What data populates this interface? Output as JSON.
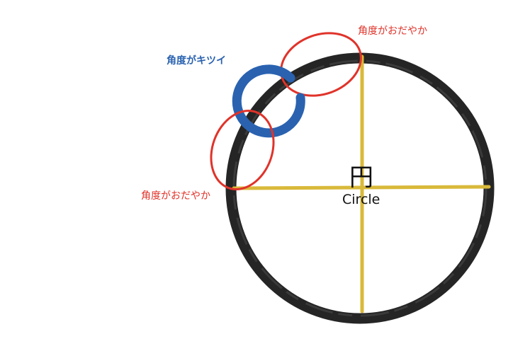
{
  "labels": {
    "gentle_top": "角度がおだやか",
    "steep": "角度がキツイ",
    "gentle_left": "角度がおだやか",
    "center_kanji": "円",
    "center_english": "Circle"
  },
  "colors": {
    "circle_stroke": "#252525",
    "axis_lines": "#d9b93a",
    "highlight_red": "#e0332a",
    "highlight_blue": "#2a62b0"
  }
}
